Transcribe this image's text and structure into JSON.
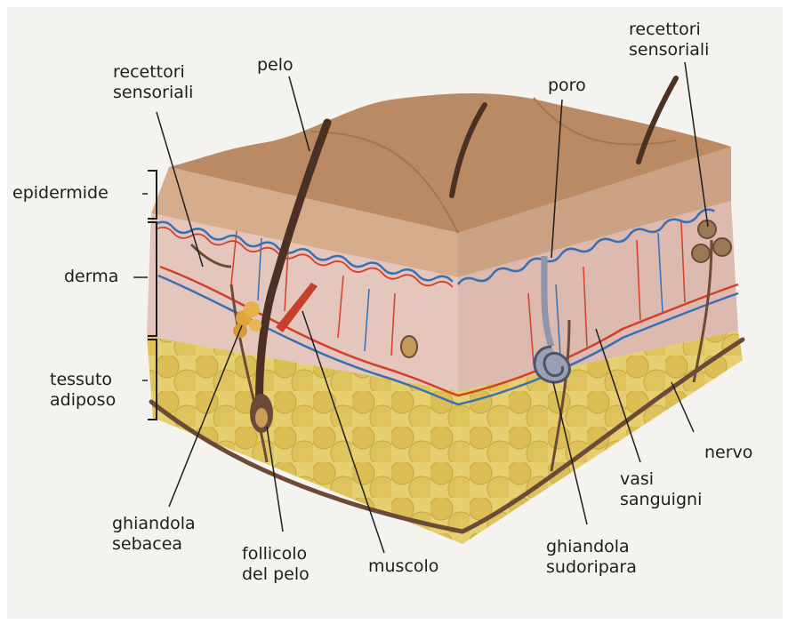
{
  "labels": {
    "recettori_sx": [
      "recettori",
      "sensoriali"
    ],
    "pelo": "pelo",
    "poro": "poro",
    "recettori_dx": [
      "recettori",
      "sensoriali"
    ],
    "epidermide": "epidermide",
    "derma": "derma",
    "tessuto_adiposo": [
      "tessuto",
      "adiposo"
    ],
    "nervo": "nervo",
    "vasi_sanguigni": [
      "vasi",
      "sanguigni"
    ],
    "ghiandola_sebacea": [
      "ghiandola",
      "sebacea"
    ],
    "follicolo": [
      "follicolo",
      "del pelo"
    ],
    "muscolo": "muscolo",
    "ghiandola_sudoripara": [
      "ghiandola",
      "sudoripara"
    ]
  },
  "colors": {
    "epidermis_top": "#b98a63",
    "epidermis_side": "#cfa585",
    "dermis": "#e6c9bf",
    "fat": "#e0c665",
    "vein": "#3a6fb3",
    "artery": "#d3402a",
    "nerve": "#6b4b38",
    "hair": "#4a3124",
    "muscle": "#c8402a",
    "sebaceous": "#e0a43a",
    "sweat_gland": "#9aa0b4"
  }
}
